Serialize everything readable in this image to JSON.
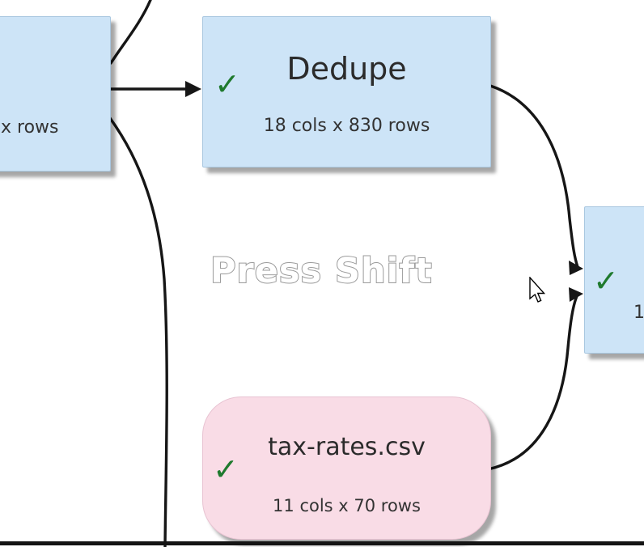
{
  "hint": {
    "text": "Press Shift"
  },
  "nodes": {
    "left": {
      "subtitle": "x rows"
    },
    "dedupe": {
      "title": "Dedupe",
      "subtitle": "18 cols x 830 rows"
    },
    "right": {
      "subtitle": "1"
    },
    "tax": {
      "title": "tax-rates.csv",
      "subtitle": "11 cols x 70 rows"
    }
  },
  "icons": {
    "check": "✓",
    "cursor": "arrow-pointer"
  },
  "colors": {
    "node_blue": "#cde4f7",
    "node_pink": "#f9dce6",
    "check_green": "#1f7a2e",
    "edge_black": "#161616"
  }
}
